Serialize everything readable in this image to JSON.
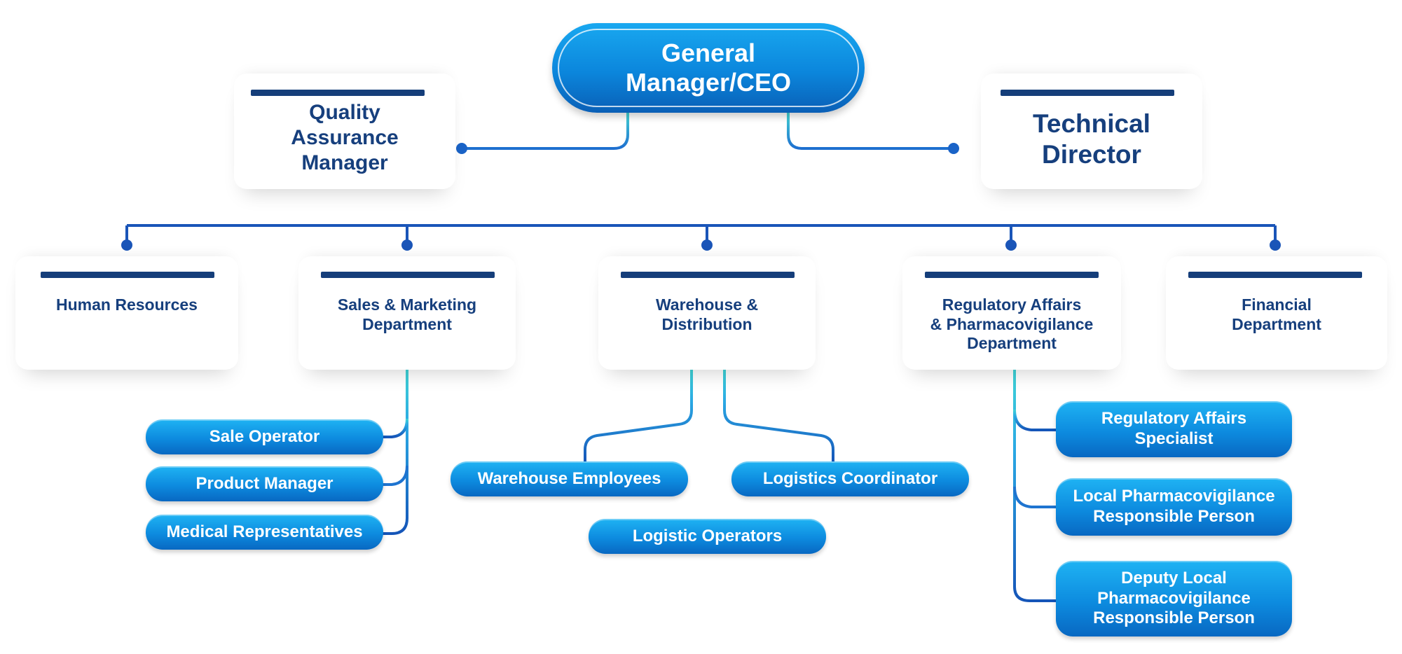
{
  "ceo": {
    "label": "General\nManager/CEO"
  },
  "advisors": {
    "quality": "Quality\nAssurance\nManager",
    "technical": "Technical\nDirector"
  },
  "departments": {
    "hr": "Human Resources",
    "sales": "Sales & Marketing\nDepartment",
    "warehouse": "Warehouse &\nDistribution",
    "regulatory": "Regulatory Affairs\n& Pharmacovigilance\nDepartment",
    "financial": "Financial\nDepartment"
  },
  "roles": {
    "sales": [
      "Sale Operator",
      "Product Manager",
      "Medical Representatives"
    ],
    "warehouse": [
      "Warehouse Employees",
      "Logistic Operators",
      "Logistics Coordinator"
    ],
    "regulatory": [
      "Regulatory Affairs\nSpecialist",
      "Local Pharmacovigilance\nResponsible Person",
      "Deputy Local\nPharmacovigilance\nResponsible Person"
    ]
  },
  "colors": {
    "dark_navy": "#163f7d",
    "connector_blue": "#1a63c7",
    "accent_cyan": "#3fd0d8",
    "pill_blue": "#0d8bdf"
  }
}
